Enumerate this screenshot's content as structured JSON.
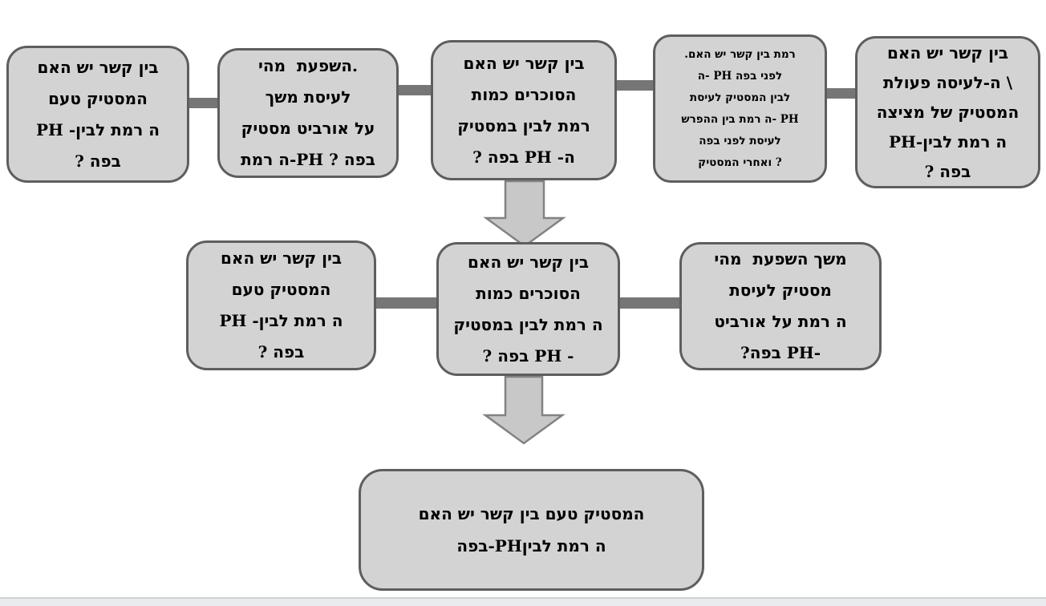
{
  "flowchart": {
    "styles": {
      "box_fill": "#d3d3d3",
      "box_border": "#5e5e5e",
      "connector_color": "#767676",
      "arrow_fill": "#c8c8c8",
      "arrow_border": "#828282",
      "text_color": "#000000",
      "bottom_bar_color": "#e9ebee"
    },
    "top_row": [
      {
        "text": "בין קשר יש האם\nהמסטיק טעם\nה רמת לבין- PH\nבפה ?"
      },
      {
        "text": ".השפעת  מהי\nלעיסת משך\nעל אורביט מסטיק\nבפה ? PH-ה רמת"
      },
      {
        "text": "בין קשר יש האם\nהסוכרים כמות\nרמת לבין במסטיק\nה- PH בפה ?"
      },
      {
        "text": "רמת בין קשר יש האם.\nלפני בפה PH -ה\nלבין המסטיק לעיסת\nPH -ה רמת בין ההפרש\nלעיסת לפני בפה\n? ואחרי המסטיק"
      },
      {
        "text": "בין קשר יש האם\n\\ ה-לעיסה פעולת\nהמסטיק של מציצה\nה רמת לבין-PH\nבפה ?"
      }
    ],
    "middle_row": [
      {
        "text": "בין קשר יש האם\nהמסטיק טעם\nה רמת לבין- PH\nבפה ?"
      },
      {
        "text": "בין קשר יש האם\nהסוכרים כמות\nה רמת לבין במסטיק\n- PH בפה ?"
      },
      {
        "text": "משך השפעת  מהי\nמסטיק לעיסת\nה רמת על אורביט\n-PH בפה?"
      }
    ],
    "bottom_box": {
      "text": "המסטיק טעם בין קשר יש האם\nה רמת לביןPH-בפה"
    }
  }
}
